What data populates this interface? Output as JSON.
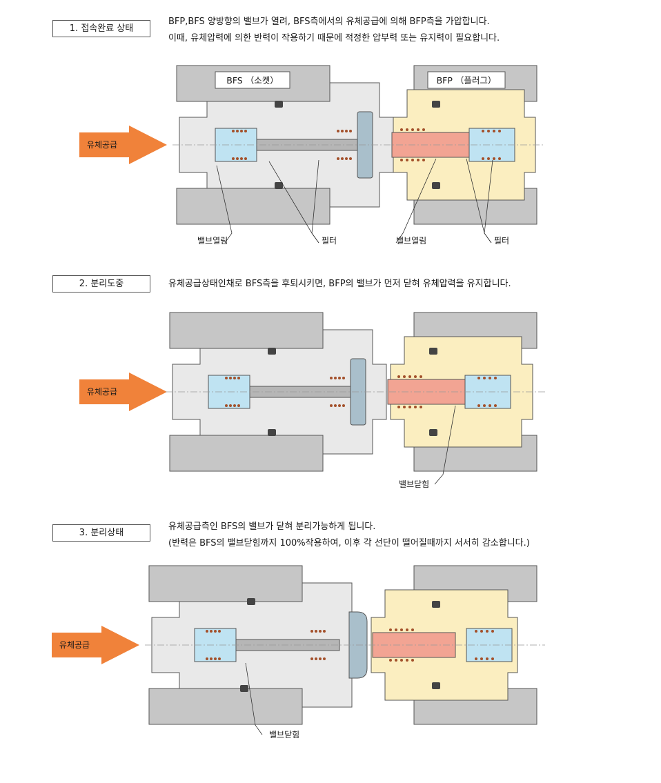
{
  "sections": [
    {
      "step_label": "1. 접속완료 상태",
      "desc_lines": [
        "BFP,BFS 양방향의 밸브가 열려, BFS측에서의 유체공급에 의해 BFP측을 가압합니다.",
        "이때, 유체압력에 의한 반력이 작용하기 때문에 적정한 압부력 또는 유지력이 필요합니다."
      ],
      "arrow_label": "유체공급",
      "socket_label": "BFS （소켓）",
      "plug_label": "BFP （플러그）",
      "callouts": [
        "밸브열림",
        "필터",
        "밸브열림",
        "필터"
      ]
    },
    {
      "step_label": "2. 분리도중",
      "desc_lines": [
        "유체공급상태인채로 BFS측을 후퇴시키면, BFP의 밸브가 먼저 닫혀 유체압력을 유지합니다."
      ],
      "arrow_label": "유체공급",
      "callouts": [
        "밸브닫힘"
      ]
    },
    {
      "step_label": "3. 분리상태",
      "desc_lines": [
        "유체공급측인 BFS의 밸브가 닫혀 분리가능하게 됩니다.",
        "(반력은 BFS의 밸브닫힘까지 100%작용하여, 이후 각 선단이 떨어질때까지 서서히 감소합니다.)"
      ],
      "arrow_label": "유체공급",
      "callouts": [
        "밸브닫힘"
      ]
    }
  ],
  "colors": {
    "arrow": "#f0823a",
    "body_gray": "#c6c6c6",
    "socket_light": "#e9e9e9",
    "plug_yellow": "#fbeec0",
    "valve_blue": "#bfe3f2",
    "valve_steel": "#a9bfcb",
    "plug_valve_pink": "#f2a493",
    "spring_dot": "#a3502a"
  }
}
